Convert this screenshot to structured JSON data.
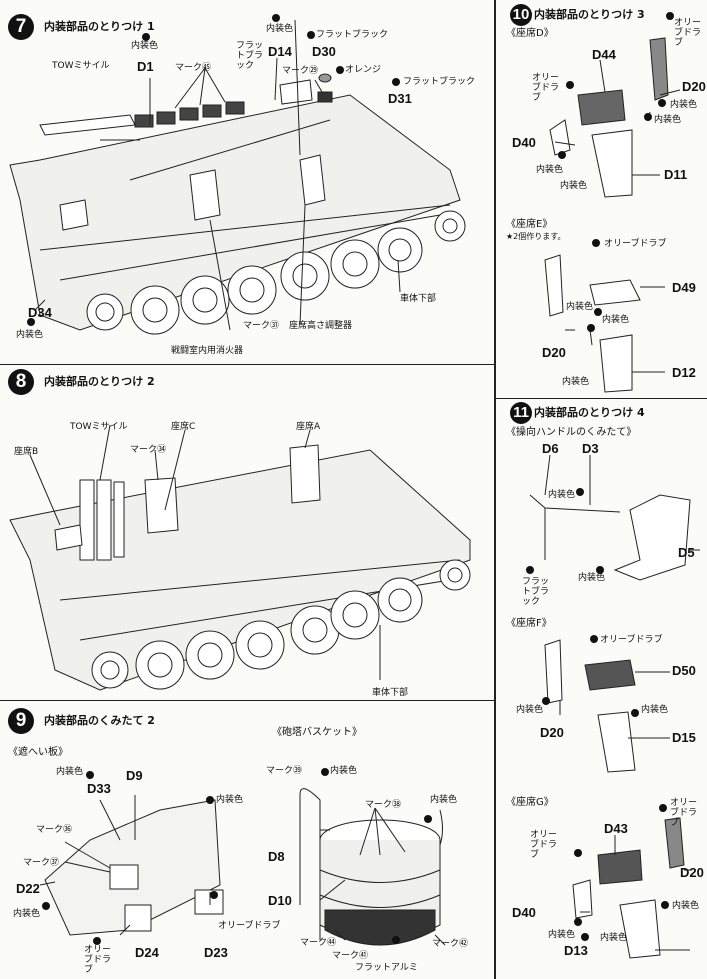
{
  "step7": {
    "number": "7",
    "title": "内装部品のとりつけ 1",
    "labels": {
      "tow_missile": "TOWミサイル",
      "interior_color_d1": "内装色",
      "d1": "D1",
      "mark45": "マーク㊺",
      "flat_black": "フラットブラック",
      "interior_color_d14": "内装色",
      "d14": "D14",
      "flat_black_d30": "フラットブラック",
      "d30": "D30",
      "mark29": "マーク㉙",
      "orange": "オレンジ",
      "flat_black_d31": "フラットブラック",
      "d31": "D31",
      "hull_lower": "車体下部",
      "d34": "D34",
      "interior_color_d34": "内装色",
      "mark31": "マーク㉛",
      "seat_height": "座席高さ調整器",
      "extinguisher": "戦闘室内用消火器"
    }
  },
  "step8": {
    "number": "8",
    "title": "内装部品のとりつけ 2",
    "labels": {
      "tow_missile": "TOWミサイル",
      "seat_c": "座席C",
      "seat_a": "座席A",
      "seat_b": "座席B",
      "mark34": "マーク㉞",
      "hull_lower": "車体下部"
    }
  },
  "step9": {
    "number": "9",
    "title": "内装部品のくみたて 2",
    "subtitle_basket": "《砲塔バスケット》",
    "subtitle_shield": "《遮へい板》",
    "labels": {
      "interior_color_top": "内装色",
      "d33": "D33",
      "d9": "D9",
      "interior_color_right": "内装色",
      "mark36": "マーク㊱",
      "mark37": "マーク㊲",
      "d22": "D22",
      "interior_color_d22": "内装色",
      "olive_drab": "オリーブドラブ",
      "d24": "D24",
      "olive_drab_d23": "オリーブドラブ",
      "d23": "D23",
      "mark39": "マーク㊴",
      "interior_color_basket": "内装色",
      "mark38": "マーク㊳",
      "interior_color_basket_right": "内装色",
      "d8": "D8",
      "d10": "D10",
      "mark44": "マーク㊹",
      "mark41": "マーク㊶",
      "mark42": "マーク㊷",
      "flat_aluminum": "フラットアルミ"
    }
  },
  "step10": {
    "number": "10",
    "title": "内装部品のとりつけ 3",
    "seat_d": "《座席D》",
    "seat_e": "《座席E》",
    "seat_e_note": "★2個作ります。",
    "labels": {
      "olive_drab_top": "オリーブドラブ",
      "d44": "D44",
      "olive_drab_left": "オリーブドラブ",
      "d20": "D20",
      "interior_color_1": "内装色",
      "d40": "D40",
      "interior_color_2": "内装色",
      "d11": "D11",
      "interior_color_3": "内装色",
      "olive_drab_e": "オリーブドラブ",
      "d49": "D49",
      "interior_color_e1": "内装色",
      "interior_color_e2": "内装色",
      "d20_e": "D20",
      "d12": "D12",
      "interior_color_e3": "内装色"
    }
  },
  "step11": {
    "number": "11",
    "title": "内装部品のとりつけ 4",
    "steering": "《操向ハンドルのくみたて》",
    "seat_f": "《座席F》",
    "seat_g": "《座席G》",
    "labels": {
      "d6": "D6",
      "d3": "D3",
      "interior_color_s": "内装色",
      "d5": "D5",
      "flat_black": "フラットブラック",
      "interior_color_d5": "内装色",
      "olive_drab_f": "オリーブドラブ",
      "d50": "D50",
      "interior_color_f1": "内装色",
      "interior_color_f2": "内装色",
      "d20_f": "D20",
      "d15": "D15",
      "olive_drab_g": "オリーブドラブ",
      "d43": "D43",
      "olive_drab_g2": "オリーブドラブ",
      "d20_g": "D20",
      "d40_g": "D40",
      "interior_color_g1": "内装色",
      "interior_color_g2": "内装色",
      "d13": "D13",
      "interior_color_g3": "内装色"
    }
  }
}
